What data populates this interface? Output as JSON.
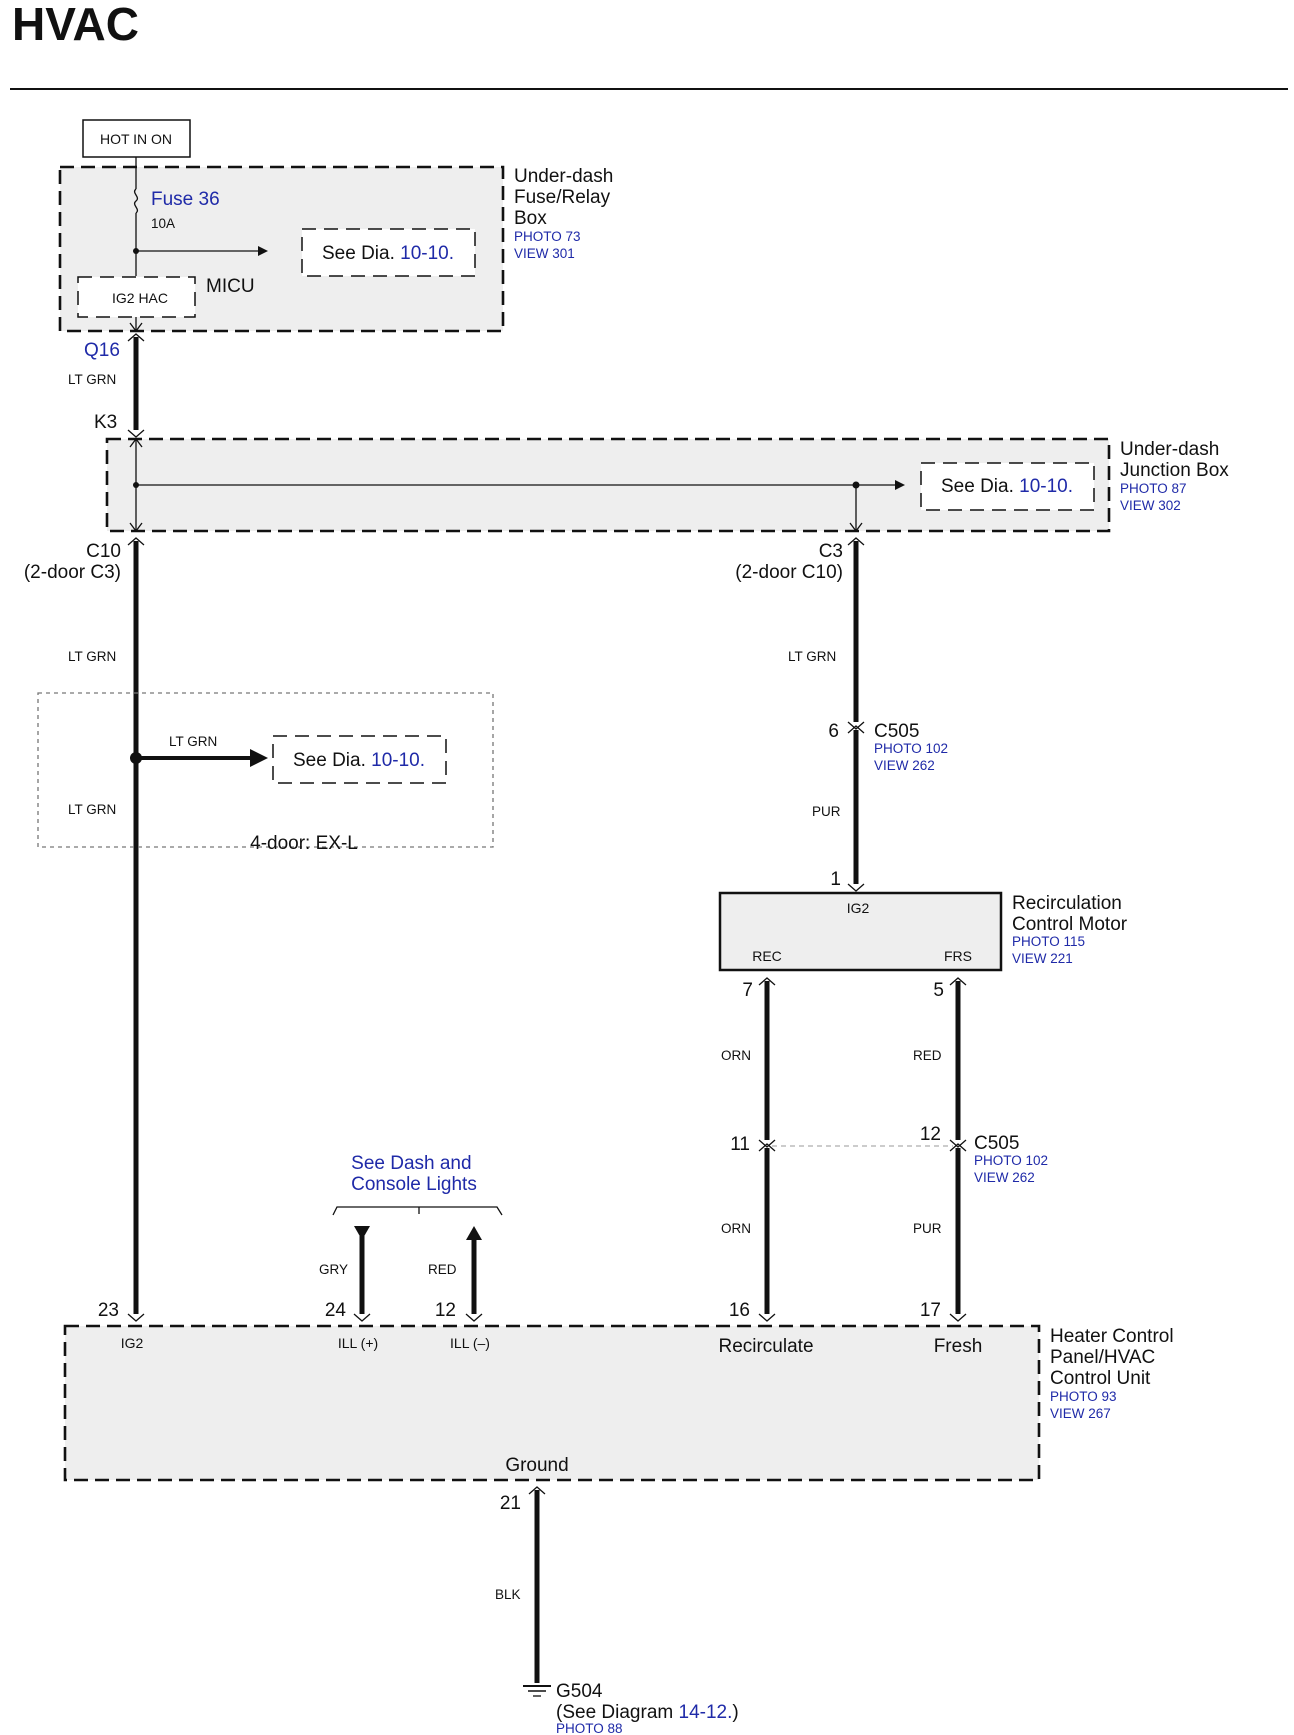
{
  "title": "HVAC",
  "power_label": "HOT IN ON",
  "fuse_box": {
    "fuse_name": "Fuse 36",
    "fuse_rating": "10A",
    "see_dia_prefix": "See Dia.",
    "see_dia_ref": "10-10.",
    "relay_label": "IG2 HAC",
    "micu_label": "MICU",
    "name_lines": [
      "Under-dash",
      "Fuse/Relay",
      "Box"
    ],
    "photo": "PHOTO 73",
    "view": "VIEW 301",
    "terminal": "Q16"
  },
  "wires_top": {
    "q16_k3_color": "LT GRN"
  },
  "junction_box": {
    "input_terminal": "K3",
    "see_dia_prefix": "See Dia.",
    "see_dia_ref": "10-10.",
    "name_lines": [
      "Under-dash",
      "Junction Box"
    ],
    "photo": "PHOTO 87",
    "view": "VIEW 302",
    "left_output": "C10",
    "left_output_alt": "(2-door C3)",
    "right_output": "C3",
    "right_output_alt": "(2-door C10)"
  },
  "left_branch": {
    "wire_color_1": "LT GRN",
    "branch_wire_color": "LT GRN",
    "see_dia_prefix": "See Dia.",
    "see_dia_ref": "10-10.",
    "wire_color_2": "LT GRN",
    "option_label": "4-door: EX-L"
  },
  "right_branch": {
    "wire_color_1": "LT GRN",
    "pin_c505_top": "6",
    "connector": "C505",
    "photo": "PHOTO 102",
    "view": "VIEW 262",
    "wire_color_2": "PUR",
    "motor_pin": "1"
  },
  "recirc_motor": {
    "ig2_label": "IG2",
    "rec_label": "REC",
    "frs_label": "FRS",
    "name_lines": [
      "Recirculation",
      "Control Motor"
    ],
    "photo": "PHOTO 115",
    "view": "VIEW 221",
    "rec_pin": "7",
    "frs_pin": "5"
  },
  "motor_wires": {
    "rec_color_1": "ORN",
    "frs_color_1": "RED",
    "rec_pin_c505": "11",
    "frs_pin_c505": "12",
    "connector": "C505",
    "photo": "PHOTO 102",
    "view": "VIEW 262",
    "rec_color_2": "ORN",
    "frs_color_2": "PUR"
  },
  "lights": {
    "ref_line1": "See Dash and",
    "ref_line2": "Console Lights",
    "gry_color": "GRY",
    "red_color": "RED"
  },
  "control_unit": {
    "pins": {
      "ig2": "23",
      "ill_pos": "24",
      "ill_neg": "12",
      "recirc": "16",
      "fresh": "17",
      "ground": "21"
    },
    "ig2_label": "IG2",
    "ill_pos_label": "ILL (+)",
    "ill_neg_label": "ILL (–)",
    "recirc_label": "Recirculate",
    "fresh_label": "Fresh",
    "ground_label": "Ground",
    "name_lines": [
      "Heater Control",
      "Panel/HVAC",
      "Control Unit"
    ],
    "photo": "PHOTO 93",
    "view": "VIEW 267"
  },
  "ground": {
    "wire_color": "BLK",
    "name": "G504",
    "see_prefix": "(See Diagram",
    "see_ref": "14-12.",
    "see_suffix": ")",
    "photo": "PHOTO 88"
  }
}
